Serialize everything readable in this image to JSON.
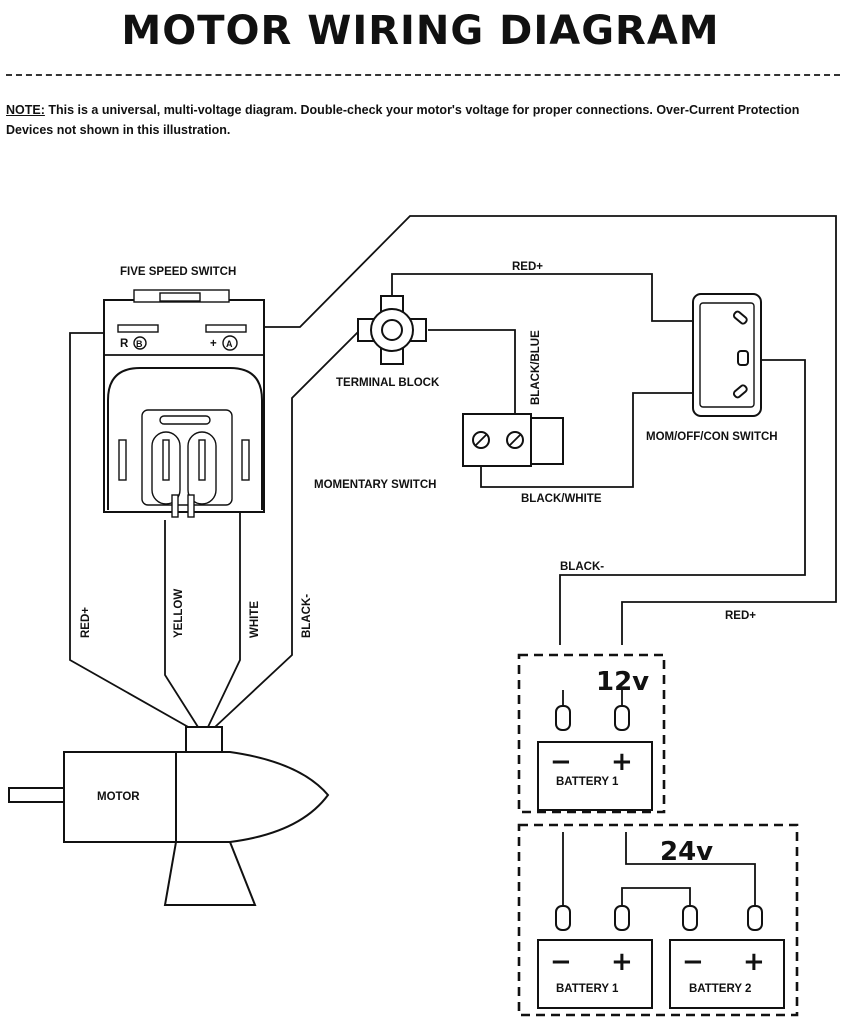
{
  "title": "MOTOR WIRING DIAGRAM",
  "note": {
    "lead": "NOTE:",
    "text": " This is a universal, multi-voltage diagram. Double-check your motor's voltage for proper connections. Over-Current Protection Devices not shown in this illustration."
  },
  "components": {
    "five_speed_switch": "FIVE SPEED SWITCH",
    "terminal_block": "TERMINAL BLOCK",
    "momentary_switch": "MOMENTARY SWITCH",
    "mom_off_con_switch": "MOM/OFF/CON SWITCH",
    "motor": "MOTOR"
  },
  "switch_markings": {
    "r_b": "R",
    "a_plus": "+",
    "a_circle": "A",
    "b_circle": "B"
  },
  "wires": {
    "red_top": "RED+",
    "black_blue": "BLACK/BLUE",
    "black_white": "BLACK/WHITE",
    "black_minus": "BLACK-",
    "red_plus_right": "RED+",
    "red_left": "RED+",
    "yellow": "YELLOW",
    "white": "WHITE",
    "black_left": "BLACK-"
  },
  "battery_12v": {
    "voltage": "12v",
    "battery_label": "BATTERY 1",
    "minus": "−",
    "plus": "+"
  },
  "battery_24v": {
    "voltage": "24v",
    "battery1_label": "BATTERY 1",
    "battery2_label": "BATTERY 2",
    "minus": "−",
    "plus": "+"
  }
}
